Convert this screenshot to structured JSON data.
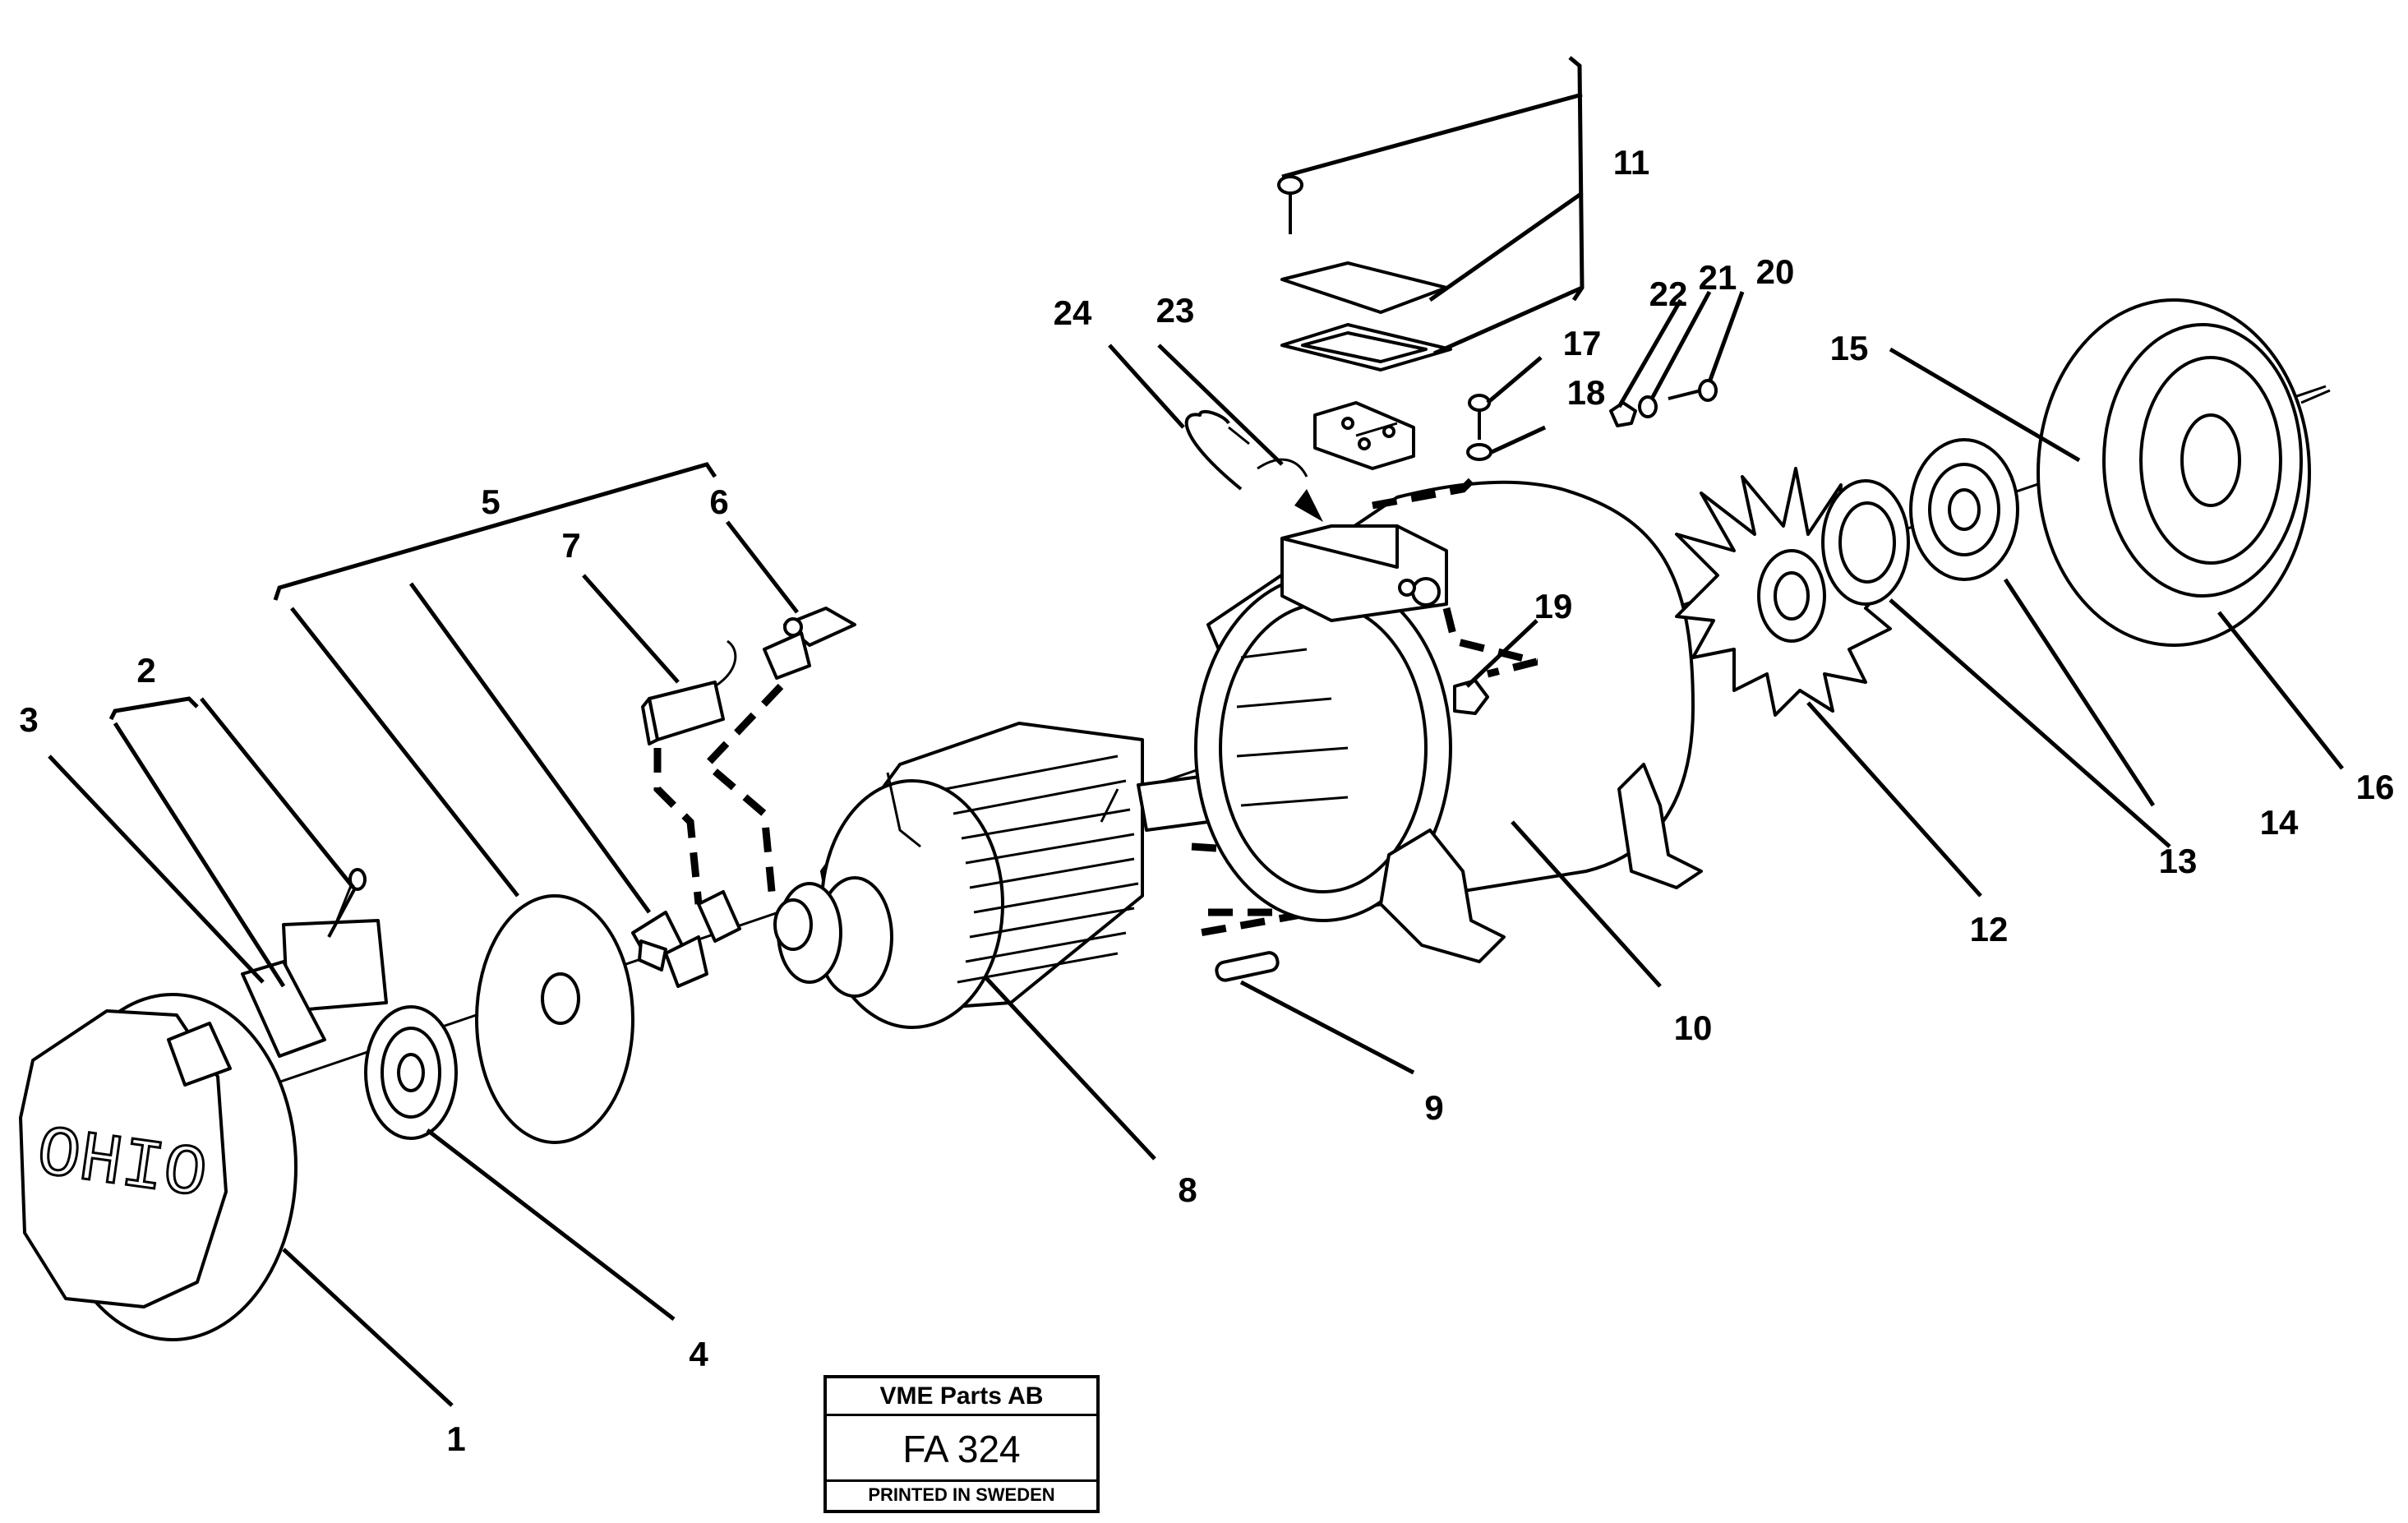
{
  "diagram": {
    "logo_text": "OHIO",
    "labels": {
      "p1": "1",
      "p2": "2",
      "p3": "3",
      "p4": "4",
      "p5": "5",
      "p6": "6",
      "p7": "7",
      "p8": "8",
      "p9": "9",
      "p10": "10",
      "p11": "11",
      "p12": "12",
      "p13": "13",
      "p14": "14",
      "p15": "15",
      "p16": "16",
      "p17": "17",
      "p18": "18",
      "p19": "19",
      "p20": "20",
      "p21": "21",
      "p22": "22",
      "p23": "23",
      "p24": "24"
    }
  },
  "stamp": {
    "company": "VME Parts AB",
    "code": "FA 324",
    "printed": "PRINTED IN SWEDEN"
  }
}
